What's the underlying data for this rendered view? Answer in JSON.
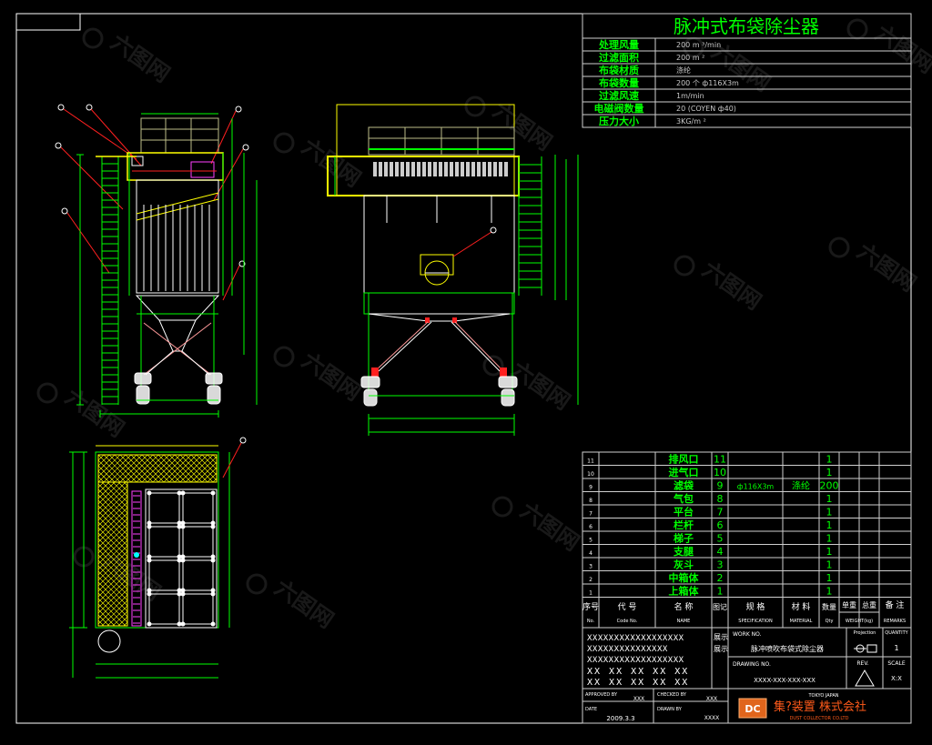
{
  "spec_table": {
    "title": "脉冲式布袋除尘器",
    "rows": [
      {
        "label": "处理风量",
        "value": "200 m ³/min"
      },
      {
        "label": "过滤面积",
        "value": "200 m ²"
      },
      {
        "label": "布袋材质",
        "value": "涤纶"
      },
      {
        "label": "布袋数量",
        "value": "200 个 ф116X3m"
      },
      {
        "label": "过滤风速",
        "value": "1m/min"
      },
      {
        "label": "电磁阀数量",
        "value": "20 (COYEN ф40)"
      },
      {
        "label": "压力大小",
        "value": "3KG/m ²"
      }
    ]
  },
  "parts_list": {
    "rows": [
      {
        "no": "11",
        "name": "排风口",
        "mark": "11",
        "qty": "1"
      },
      {
        "no": "10",
        "name": "进气口",
        "mark": "10",
        "qty": "1"
      },
      {
        "no": "9",
        "name": "滤袋",
        "mark": "9",
        "spec": "ф116X3m",
        "material": "涤纶",
        "qty": "200"
      },
      {
        "no": "8",
        "name": "气包",
        "mark": "8",
        "qty": "1"
      },
      {
        "no": "7",
        "name": "平台",
        "mark": "7",
        "qty": "1"
      },
      {
        "no": "6",
        "name": "栏杆",
        "mark": "6",
        "qty": "1"
      },
      {
        "no": "5",
        "name": "梯子",
        "mark": "5",
        "qty": "1"
      },
      {
        "no": "4",
        "name": "支腿",
        "mark": "4",
        "qty": "1"
      },
      {
        "no": "3",
        "name": "灰斗",
        "mark": "3",
        "qty": "1"
      },
      {
        "no": "2",
        "name": "中箱体",
        "mark": "2",
        "qty": "1"
      },
      {
        "no": "1",
        "name": "上箱体",
        "mark": "1",
        "qty": "1"
      }
    ],
    "header": {
      "no_cn": "序号",
      "no_en": "No.",
      "code_cn": "代 号",
      "code_en": "Code No.",
      "name_cn": "名 称",
      "name_en": "NAME",
      "mark_cn": "图记",
      "spec_cn": "规 格",
      "spec_en": "SPECIFICATION",
      "material_cn": "材 料",
      "material_en": "MATERIAL",
      "qty_cn": "数量",
      "qty_en": "Qty",
      "unit_weight_cn": "单重",
      "total_weight_cn": "总重",
      "weight_en": "WEIGHT(kg)",
      "remarks_cn": "备 注",
      "remarks_en": "REMARKS"
    }
  },
  "title_block": {
    "x_lines": [
      "XXXXXXXXXXXXXXXXXX",
      "XXXXXXXXXXXXXXX",
      "XXXXXXXXXXXXXXXXXX",
      "XX XX XX XX XX",
      "XX XX XX XX XX"
    ],
    "side_note_1": "展示",
    "side_note_2": "展示",
    "work_no_label": "WORK NO.",
    "work_name": "脉冲喷吹布袋式除尘器",
    "drawing_no_label": "DRAWING NO.",
    "drawing_no": "XXXX-XXX-XXX-XXX",
    "projection_label": "Projection",
    "quantity_label": "QUANTITY",
    "quantity": "1",
    "rev_label": "REV.",
    "scale_label": "SCALE",
    "scale": "X:X",
    "approved_label": "APPROVED BY",
    "approved": "XXX",
    "checked_label": "CHECKED BY",
    "checked": "XXX",
    "location": "TOKYO JAPAN",
    "date_label": "DATE",
    "date": "2009.3.3",
    "drawn_label": "DRAWN BY",
    "drawn": "XXXX",
    "logo": "DC",
    "company": "集?装置  株式会社",
    "company_en": "DUST COLLECTOR CO.LTD"
  },
  "watermark": "六图网",
  "colors": {
    "background": "#000000",
    "text_green": "#00ff00",
    "line_yellow": "#ffff00",
    "leader_red": "#ff2020",
    "valve_magenta": "#ff40ff",
    "logo_orange": "#ff5a1a"
  }
}
